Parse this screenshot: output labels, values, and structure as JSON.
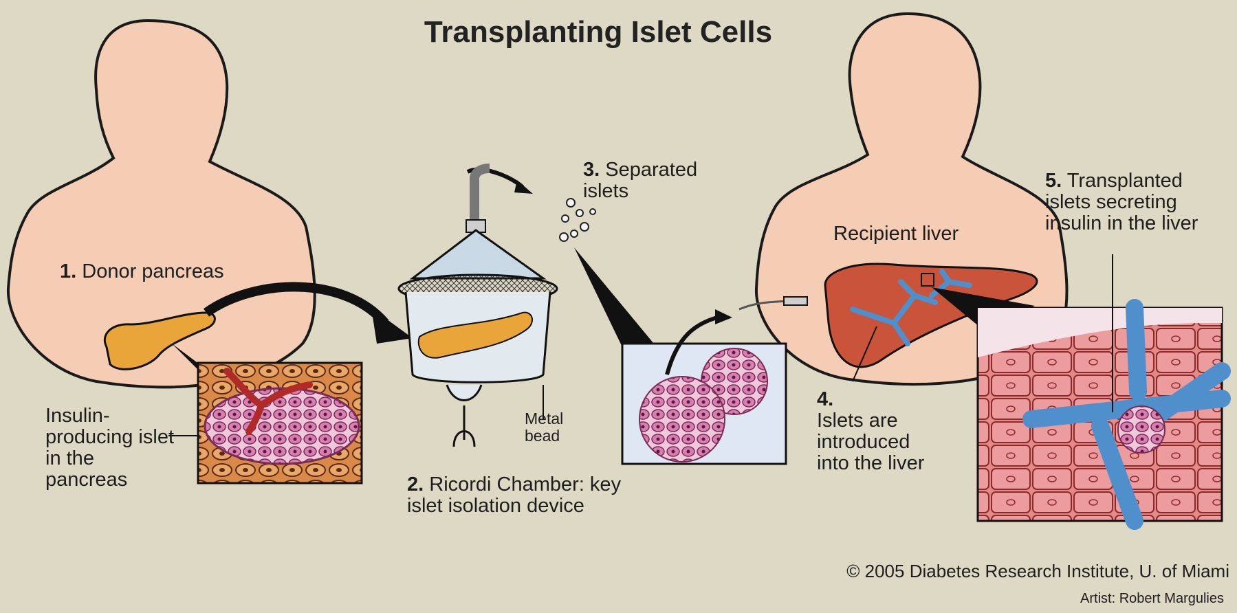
{
  "title": "Transplanting Islet Cells",
  "steps": [
    {
      "num": "1.",
      "text": "Donor pancreas"
    },
    {
      "num": "2.",
      "text": "Ricordi Chamber: key islet isolation device"
    },
    {
      "num": "3.",
      "text": "Separated islets"
    },
    {
      "num": "4.",
      "text": "Islets are introduced into the liver"
    },
    {
      "num": "5.",
      "text": "Transplanted islets secreting insulin in the liver"
    }
  ],
  "labels": {
    "insulin_islet": "Insulin-producing islet in the pancreas",
    "metal_bead": "Metal bead",
    "recipient_liver": "Recipient liver"
  },
  "credits": {
    "copyright": "© 2005 Diabetes Research Institute, U. of Miami",
    "artist": "Artist: Robert Margulies"
  },
  "colors": {
    "background": "#ddd9c4",
    "skin": "#f4cdb4",
    "pancreas": "#e9a53a",
    "liver": "#c9543a",
    "vessel": "#4f8fcc",
    "islet": "#d77fb0"
  }
}
